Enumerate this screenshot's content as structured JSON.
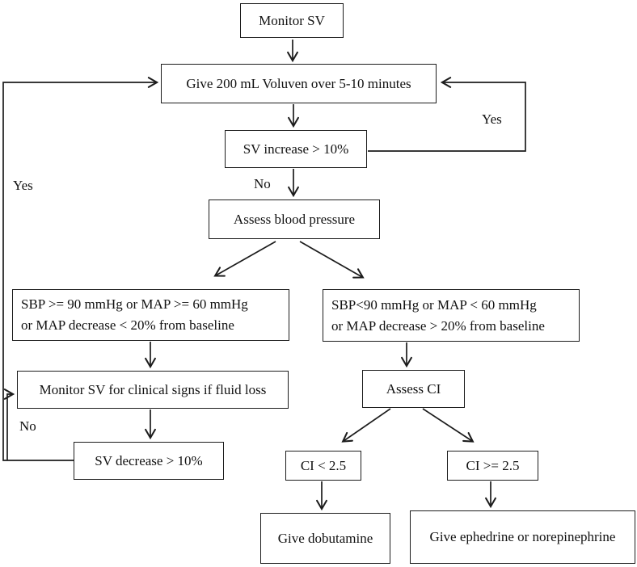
{
  "diagram": {
    "type": "flowchart",
    "background_color": "#ffffff",
    "line_color": "#1c1c1c",
    "nodes": {
      "monitor_sv": {
        "label": "Monitor SV"
      },
      "give_voluven": {
        "label": "Give 200 mL Voluven over 5-10 minutes"
      },
      "sv_increase": {
        "label": "SV increase > 10%"
      },
      "assess_bp": {
        "label": "Assess blood pressure"
      },
      "bp_ok": {
        "line1": "SBP >= 90 mmHg or MAP >= 60 mmHg",
        "line2": "or MAP decrease < 20% from baseline"
      },
      "bp_low": {
        "line1": "SBP<90 mmHg or MAP < 60 mmHg",
        "line2": "or MAP decrease > 20% from baseline"
      },
      "monitor_clinical": {
        "label": "Monitor SV for clinical signs if fluid loss"
      },
      "sv_decrease": {
        "label": "SV decrease > 10%"
      },
      "assess_ci": {
        "label": "Assess CI"
      },
      "ci_low": {
        "label": "CI < 2.5"
      },
      "ci_high": {
        "label": "CI >= 2.5"
      },
      "give_dobutamine": {
        "label": "Give dobutamine"
      },
      "give_ephedrine": {
        "label": "Give ephedrine or norepinephrine"
      }
    },
    "edge_labels": {
      "yes_right": "Yes",
      "no_center": "No",
      "yes_left": "Yes",
      "no_left": "No"
    }
  }
}
